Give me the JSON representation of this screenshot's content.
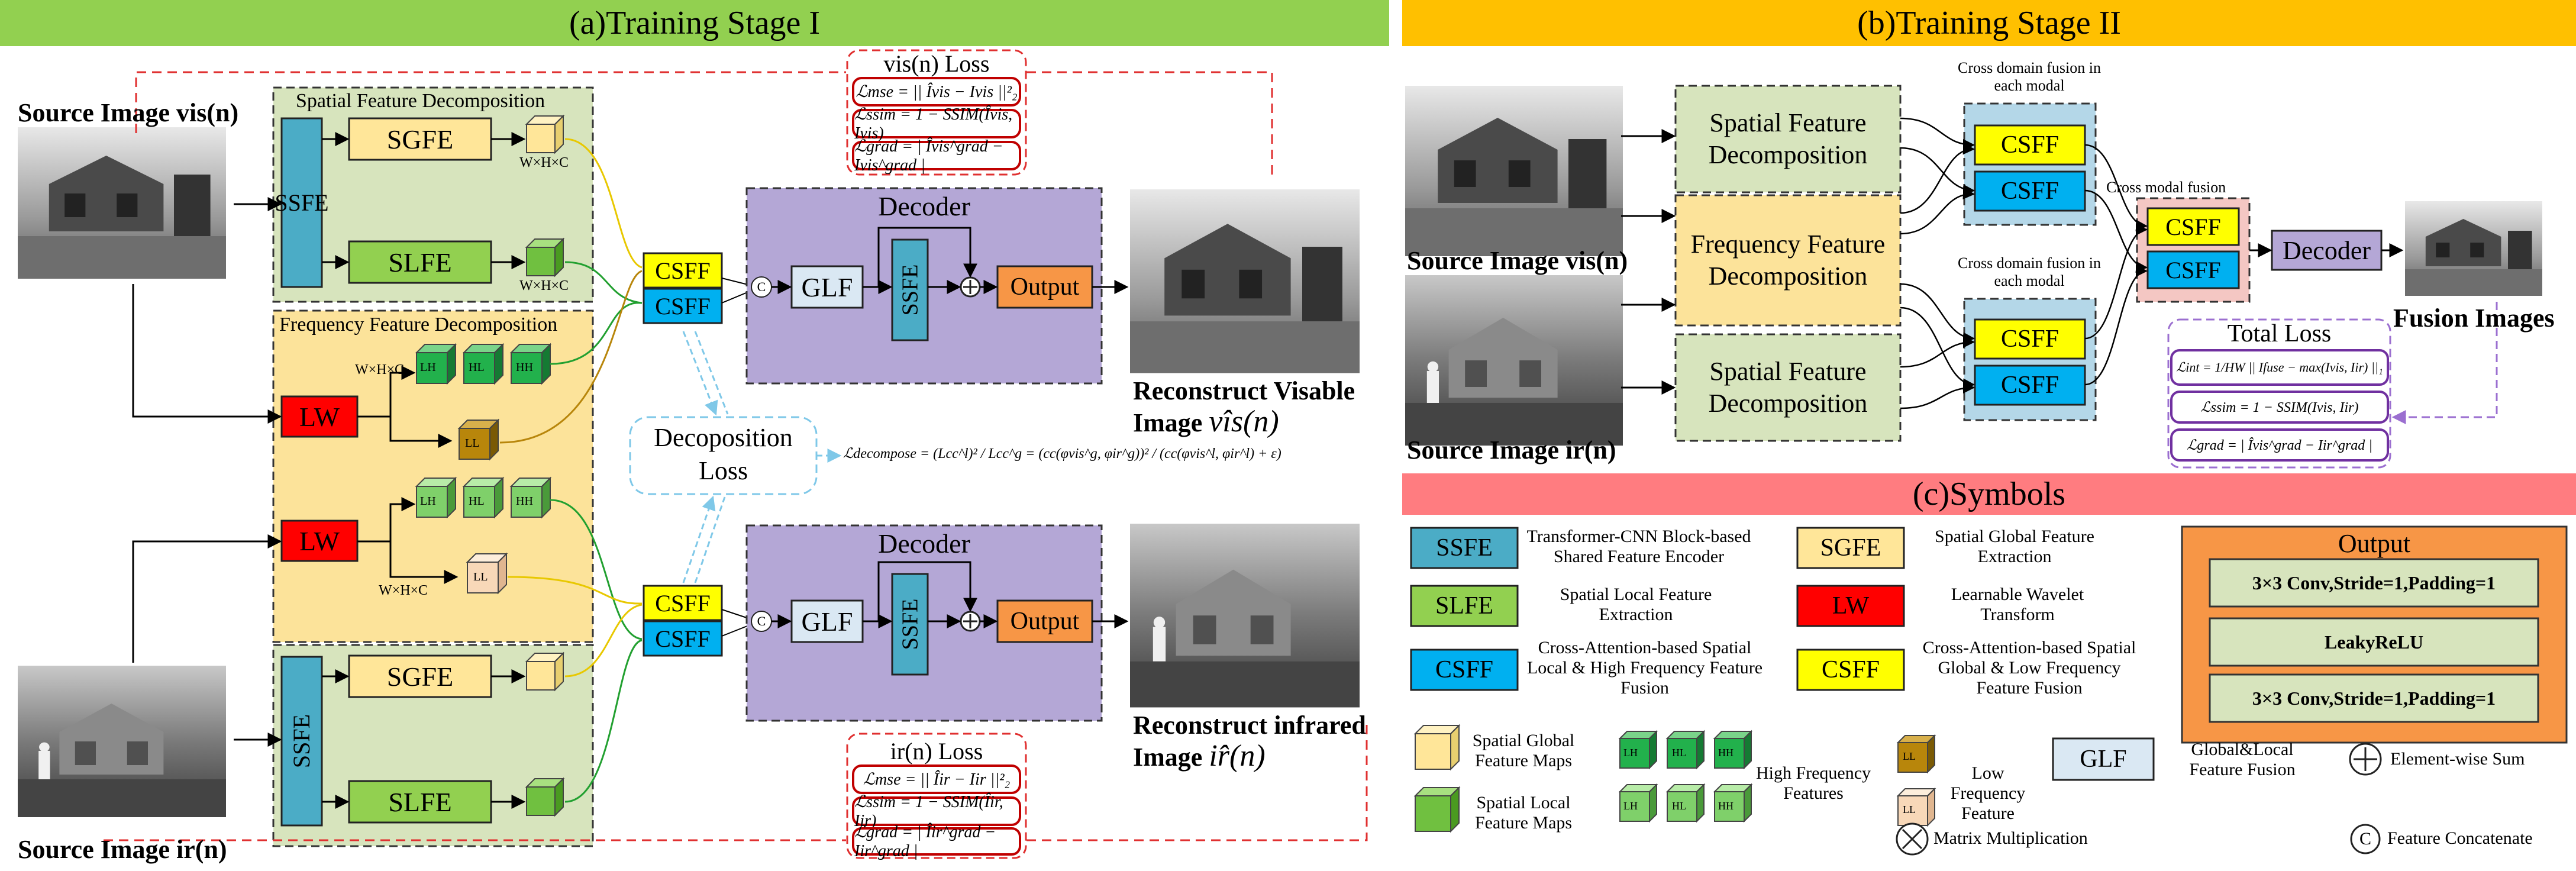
{
  "banners": {
    "stage1": "(a)Training Stage I",
    "stage2": "(b)Training Stage II",
    "symbols": "(c)Symbols"
  },
  "stage1": {
    "source_vis_label": "Source Image vis(n)",
    "source_ir_label": "Source Image ir(n)",
    "spatial_decomp_title": "Spatial Feature Decomposition",
    "freq_decomp_title": "Frequency Feature Decomposition",
    "ssfe": "SSFE",
    "sgfe": "SGFE",
    "slfe": "SLFE",
    "lw": "LW",
    "whc": "W×H×C",
    "lh": "LH",
    "hl": "HL",
    "hh": "HH",
    "ll": "LL",
    "csff": "CSFF",
    "concat": "C",
    "glf": "GLF",
    "decoder": "Decoder",
    "output": "Output",
    "decomp_loss_line1": "Decoposition",
    "decomp_loss_line2": "Loss",
    "decomp_formula": "ℒdecompose = (Lcc^l)² / Lcc^g = (cc(φvis^g, φir^g))² / (cc(φvis^l, φir^l) + ε)",
    "vis_loss_title": "vis(n) Loss",
    "vis_loss": [
      "ℒmse = || Îvis − Ivis ||²₂",
      "ℒssim = 1 − SSIM(Îvis, Ivis)",
      "ℒgrad = | Îvis^grad − Ivis^grad |"
    ],
    "ir_loss_title": "ir(n) Loss",
    "ir_loss": [
      "ℒmse = || Îir − Iir ||²₂",
      "ℒssim = 1 − SSIM(Îir, Iir)",
      "ℒgrad = | Îir^grad − Iir^grad |"
    ],
    "recon_vis_line1": "Reconstruct Visable",
    "recon_vis_line2": "Image",
    "recon_vis_symbol": "vîs(n)",
    "recon_ir_line1": "Reconstruct infrared",
    "recon_ir_line2": "Image",
    "recon_ir_symbol": "ir̂(n)"
  },
  "stage2": {
    "cross_domain_1": "Cross domain fusion in each modal",
    "cross_domain_2": "Cross domain fusion in each modal",
    "cross_modal": "Cross modal fusion",
    "spatial_decomp": "Spatial Feature Decomposition",
    "freq_decomp": "Frequency Feature Decomposition",
    "csff": "CSFF",
    "decoder": "Decoder",
    "source_vis_label": "Source Image vis(n)",
    "source_ir_label": "Source Image ir(n)",
    "fusion_label": "Fusion Images",
    "total_loss_title": "Total Loss",
    "total_loss": [
      "ℒint = 1/HW || Ifuse − max(Ivis, Iir) ||₁",
      "ℒssim = 1 − SSIM(Ivis, Iir)",
      "ℒgrad = | Îvis^grad − Iir^grad |"
    ]
  },
  "symbols": {
    "items": [
      {
        "key": "SSFE",
        "desc": "Transformer-CNN Block-based Shared Feature Encoder"
      },
      {
        "key": "SGFE",
        "desc": "Spatial Global Feature Extraction"
      },
      {
        "key": "SLFE",
        "desc": "Spatial Local Feature Extraction"
      },
      {
        "key": "LW",
        "desc": "Learnable Wavelet Transform"
      },
      {
        "key": "CSFF",
        "desc": "Cross-Attention-based Spatial Local & High Frequency Feature Fusion"
      },
      {
        "key": "CSFF",
        "desc": "Cross-Attention-based Spatial Global & Low Frequency Feature Fusion"
      }
    ],
    "output_title": "Output",
    "output_layers": [
      "3×3 Conv,Stride=1,Padding=1",
      "LeakyReLU",
      "3×3 Conv,Stride=1,Padding=1"
    ],
    "spatial_global_maps": "Spatial Global Feature Maps",
    "spatial_local_maps": "Spatial Local Feature Maps",
    "high_freq": "High Frequency Features",
    "low_freq": "Low Frequency Feature",
    "glf": "GLF",
    "glf_desc": "Global&Local Feature Fusion",
    "element_sum": "Element-wise Sum",
    "matrix_mult": "Matrix Multiplication",
    "concat": "Feature Concatenate",
    "concat_symbol": "C",
    "cube_labels": {
      "lh": "LH",
      "hl": "HL",
      "hh": "HH",
      "ll": "LL"
    }
  },
  "colors": {
    "green_banner": "#92d050",
    "orange_banner": "#ffc000",
    "red_banner": "#ff7c80",
    "ssfe": "#4bacc6",
    "sgfe": "#ffe699",
    "slfe": "#92d050",
    "lw": "#ff0000",
    "csff_blue": "#00b0f0",
    "csff_yellow": "#ffff00",
    "decoder": "#b4a7d6",
    "output": "#f79646",
    "glf": "#dae8f3"
  }
}
